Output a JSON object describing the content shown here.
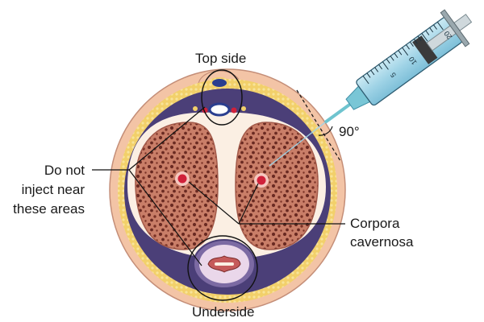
{
  "labels": {
    "top_side": "Top side",
    "underside": "Underside",
    "angle": "90°",
    "warning_line1": "Do not",
    "warning_line2": "inject near",
    "warning_line3": "these areas",
    "corpora_line1": "Corpora",
    "corpora_line2": "cavernosa"
  },
  "syringe": {
    "scale_marks": [
      "5",
      "10",
      "20"
    ]
  },
  "colors": {
    "skin_outer": "#f3c4a6",
    "fat_layer": "#f2d06a",
    "tunica": "#4b3f78",
    "corpora_fill": "#c27864",
    "corpora_pore": "#6a2a22",
    "artery": "#d0213a",
    "barrel": "#9fd3e6",
    "needle": "#6fc4cf"
  }
}
